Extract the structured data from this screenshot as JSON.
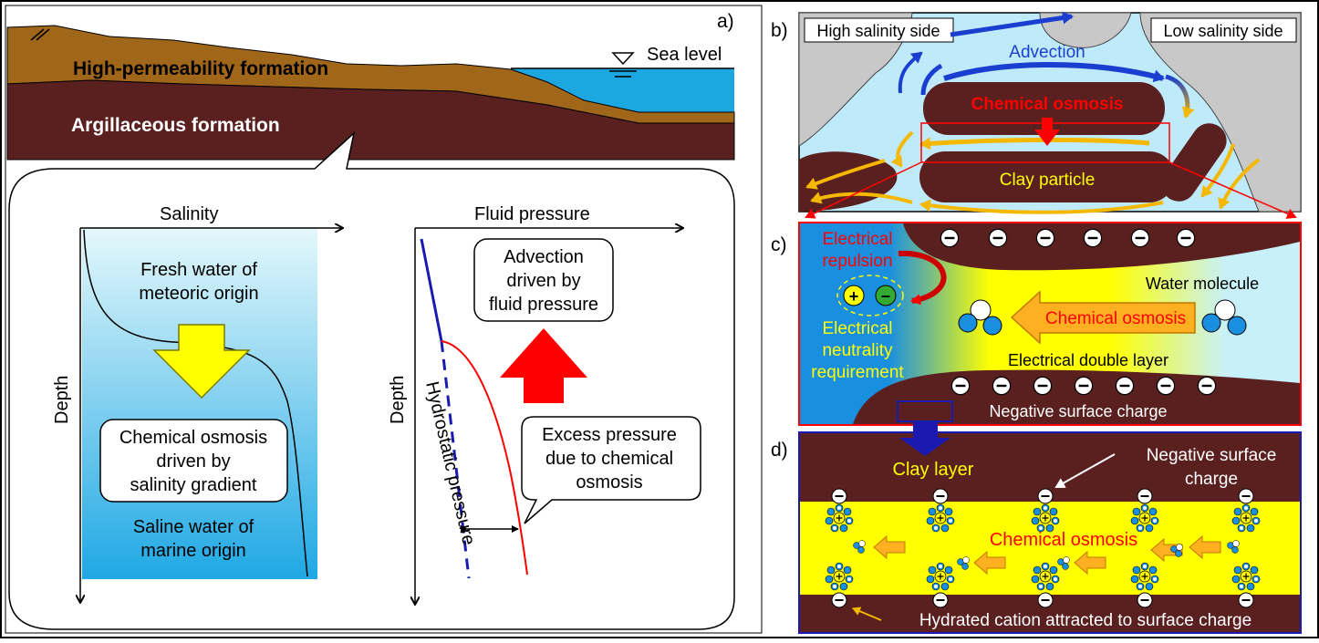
{
  "panel_a": {
    "label": "a)",
    "sea_level": "Sea level",
    "high_perm": "High-permeability formation",
    "argillaceous": "Argillaceous formation",
    "salinity_axis": "Salinity",
    "depth_axis_1": "Depth",
    "fresh_water": [
      "Fresh water of",
      "meteoric origin"
    ],
    "chem_osmosis_box": [
      "Chemical osmosis",
      "driven by",
      "salinity gradient"
    ],
    "saline_water": [
      "Saline water of",
      "marine origin"
    ],
    "fluid_pressure_axis": "Fluid pressure",
    "depth_axis_2": "Depth",
    "advection_box": [
      "Advection",
      "driven by",
      "fluid pressure"
    ],
    "hydrostatic": "Hydrostatic pressure",
    "excess_box": [
      "Excess pressure",
      "due to chemical",
      "osmosis"
    ]
  },
  "panel_b": {
    "label": "b)",
    "high_side": "High salinity side",
    "low_side": "Low salinity side",
    "advection": "Advection",
    "chem_osmosis": "Chemical  osmosis",
    "clay_particle": "Clay particle"
  },
  "panel_c": {
    "label": "c)",
    "repulsion": [
      "Electrical",
      "repulsion"
    ],
    "neutrality": [
      "Electrical",
      "neutrality",
      "requirement"
    ],
    "water_molecule": "Water molecule",
    "chem_osmosis": "Chemical osmosis",
    "double_layer": "Electrical double layer",
    "neg_surface": "Negative surface charge",
    "plus": "+",
    "minus": "–"
  },
  "panel_d": {
    "label": "d)",
    "clay_layer": "Clay layer",
    "neg_surface": [
      "Negative surface",
      "charge"
    ],
    "chem_osmosis": "Chemical osmosis",
    "hydrated": "Hydrated cation attracted to surface charge"
  },
  "colors": {
    "brown_dark": "#5a1f1f",
    "brown_light": "#a0661a",
    "sea": "#1ca7e0",
    "yellow": "#ffff00",
    "red": "#ff0000",
    "blue": "#0033cc",
    "orange": "#f5b800"
  }
}
